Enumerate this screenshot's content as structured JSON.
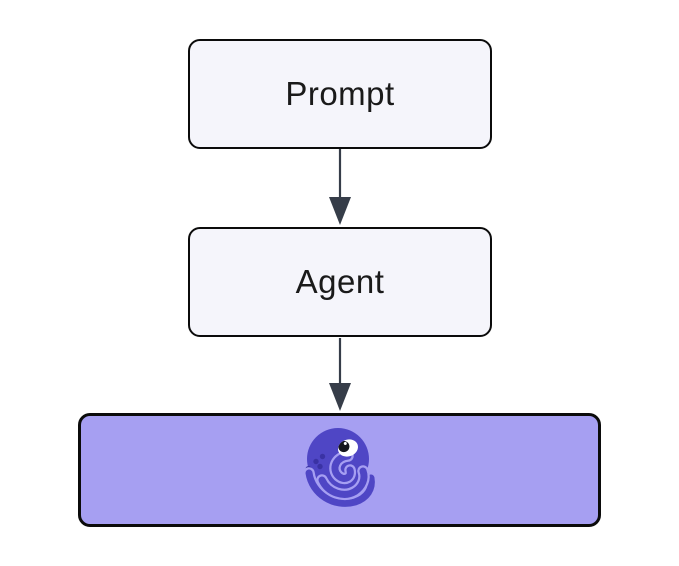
{
  "diagram": {
    "title": "prompt-agent-octopus flow",
    "nodes": {
      "prompt": {
        "label": "Prompt",
        "type": "box"
      },
      "agent": {
        "label": "Agent",
        "type": "box"
      },
      "octopus": {
        "label": "",
        "type": "logo-box",
        "icon": "octopus-logo-icon"
      }
    },
    "edges": [
      {
        "from": "prompt",
        "to": "agent",
        "style": "arrow-down"
      },
      {
        "from": "agent",
        "to": "octopus",
        "style": "arrow-down"
      }
    ]
  },
  "colors": {
    "background": "#ffffff",
    "node_fill": "#f5f5fb",
    "node_border": "#0b0b0b",
    "node_text": "#1a1a1a",
    "arrow": "#363d49",
    "octopus_box_fill": "#a69ff2",
    "octopus_body": "#4f46c5",
    "octopus_dark_accent": "#3a32a4"
  }
}
